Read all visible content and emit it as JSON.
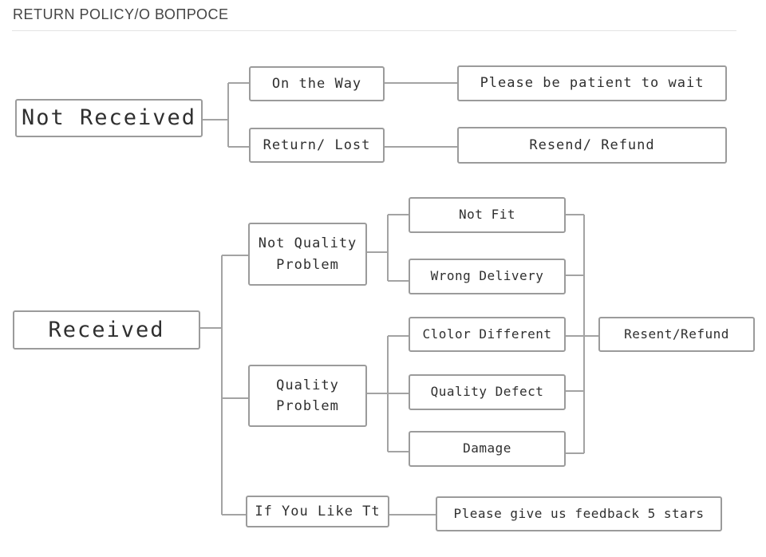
{
  "header": {
    "title": "RETURN POLICY/О ВОПРОСЕ"
  },
  "diagram": {
    "not_received": {
      "root": "Not Received",
      "on_the_way": "On the Way",
      "on_the_way_result": "Please be patient to wait",
      "return_lost": "Return/ Lost",
      "return_lost_result": "Resend/ Refund"
    },
    "received": {
      "root": "Received",
      "not_quality_problem": "Not Quality\nProblem",
      "not_fit": "Not Fit",
      "wrong_delivery": "Wrong Delivery",
      "quality_problem": "Quality\nProblem",
      "color_different": "Clolor Different",
      "quality_defect": "Quality Defect",
      "damage": "Damage",
      "resent_refund": "Resent/Refund",
      "if_you_like": "If You Like Tt",
      "feedback": "Please give us feedback 5 stars"
    }
  },
  "colors": {
    "line": "#a3a3a3",
    "border": "#9b9b9b",
    "text": "#2f2f2f"
  }
}
